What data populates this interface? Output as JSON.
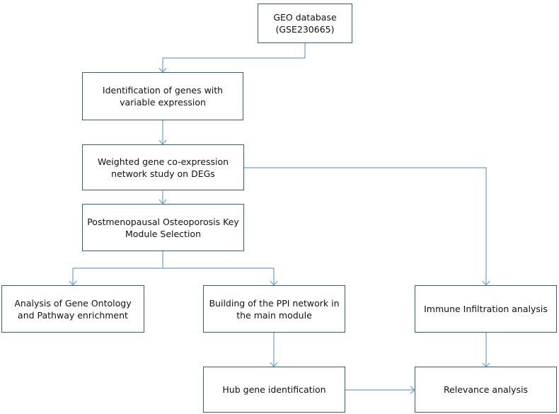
{
  "nodes": {
    "geo": {
      "line1": "GEO database",
      "line2": "(GSE230665)"
    },
    "variable": {
      "line1": "Identification of genes with",
      "line2": "variable expression"
    },
    "wgcna": {
      "line1": "Weighted gene co-expression",
      "line2": "network study on DEGs"
    },
    "module": {
      "line1": "Postmenopausal Osteoporosis Key",
      "line2": "Module Selection"
    },
    "go": {
      "line1": "Analysis of Gene Ontology",
      "line2": "and Pathway enrichment"
    },
    "ppi": {
      "line1": "Building of the PPI network in",
      "line2": "the main module"
    },
    "immune": {
      "line1": "Immune Infiltration analysis"
    },
    "hub": {
      "line1": "Hub gene identification"
    },
    "relevance": {
      "line1": "Relevance analysis"
    }
  },
  "colors": {
    "box_border": "#2e5e8a",
    "connector": "#6a9fd1"
  }
}
